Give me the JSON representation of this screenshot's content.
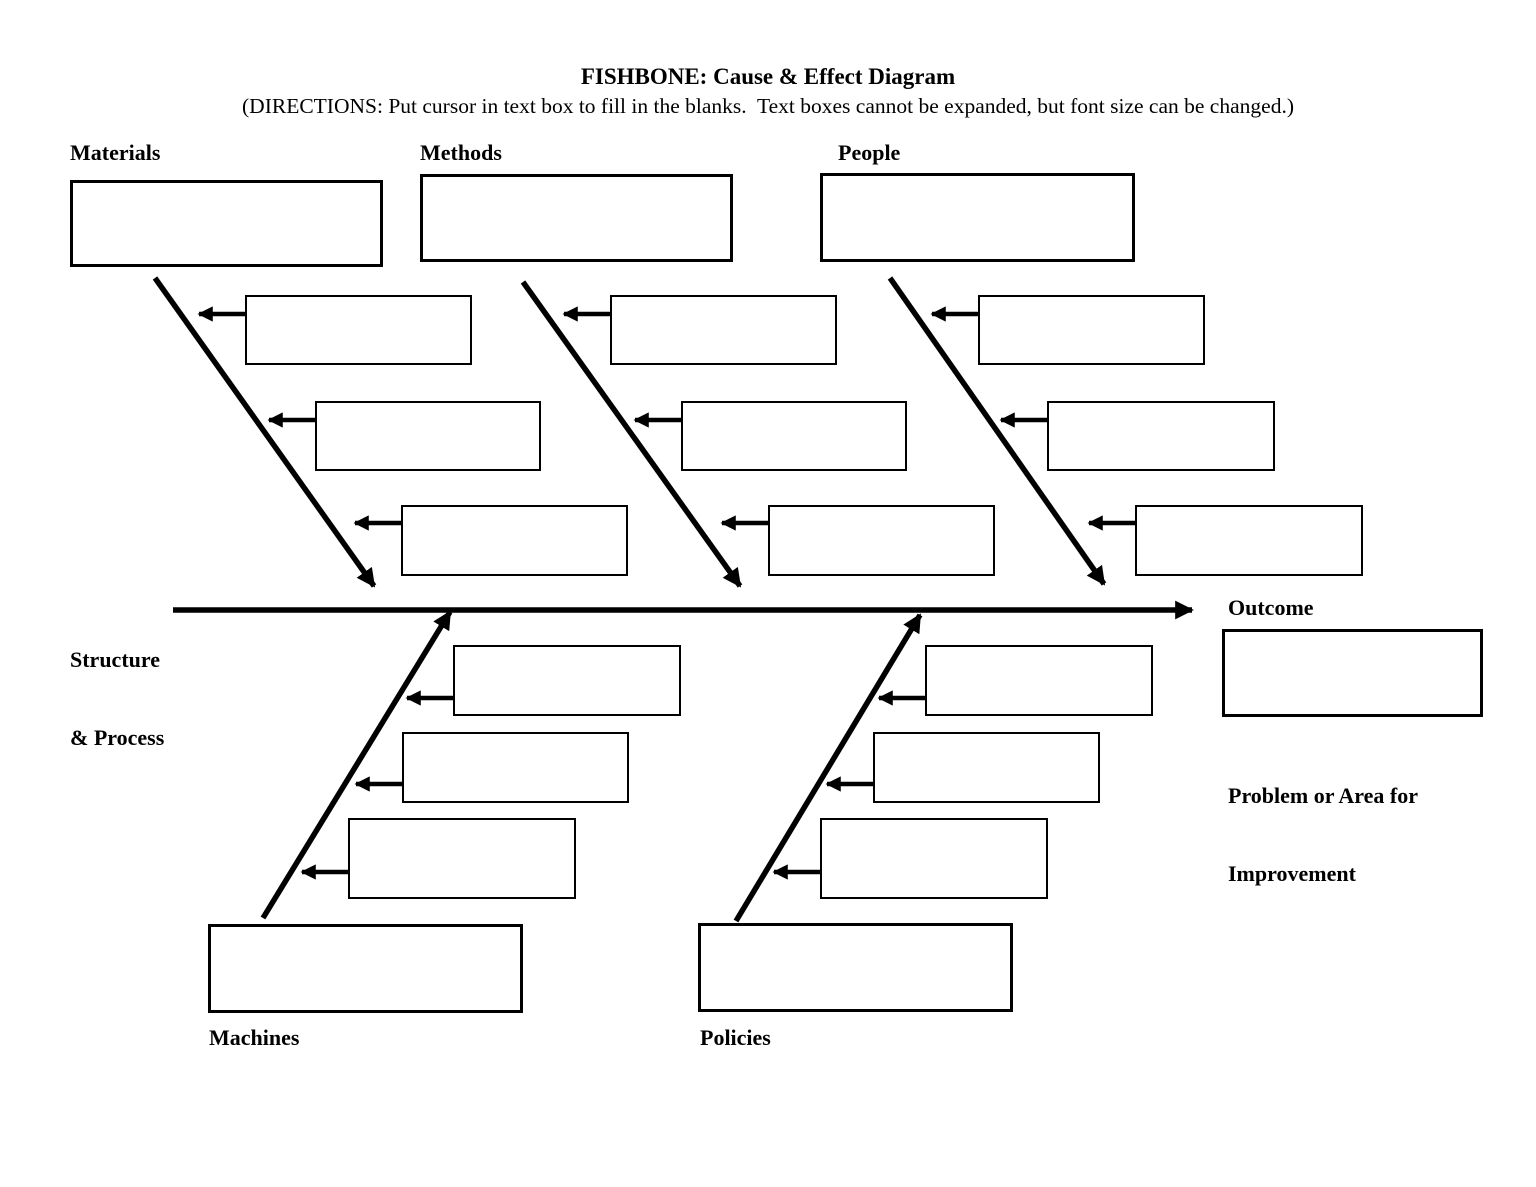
{
  "page": {
    "title": "FISHBONE: Cause & Effect Diagram",
    "directions": "(DIRECTIONS: Put cursor in text box to fill in the blanks.  Text boxes cannot be expanded, but font size can be changed.)"
  },
  "spine": {
    "left_label_line1": "Structure",
    "left_label_line2": "& Process",
    "right_label": "Outcome",
    "outcome_caption_line1": "Problem or Area for",
    "outcome_caption_line2": "Improvement",
    "outcome_box_value": ""
  },
  "categories": {
    "materials": {
      "label": "Materials",
      "main_box_value": "",
      "causes": [
        "",
        "",
        ""
      ]
    },
    "methods": {
      "label": "Methods",
      "main_box_value": "",
      "causes": [
        "",
        "",
        ""
      ]
    },
    "people": {
      "label": "People",
      "main_box_value": "",
      "causes": [
        "",
        "",
        ""
      ]
    },
    "machines": {
      "label": "Machines",
      "main_box_value": "",
      "causes": [
        "",
        "",
        ""
      ]
    },
    "policies": {
      "label": "Policies",
      "main_box_value": "",
      "causes": [
        "",
        "",
        ""
      ]
    }
  },
  "colors": {
    "ink": "#000000",
    "background": "#ffffff",
    "box_fill": "#ffffff"
  }
}
